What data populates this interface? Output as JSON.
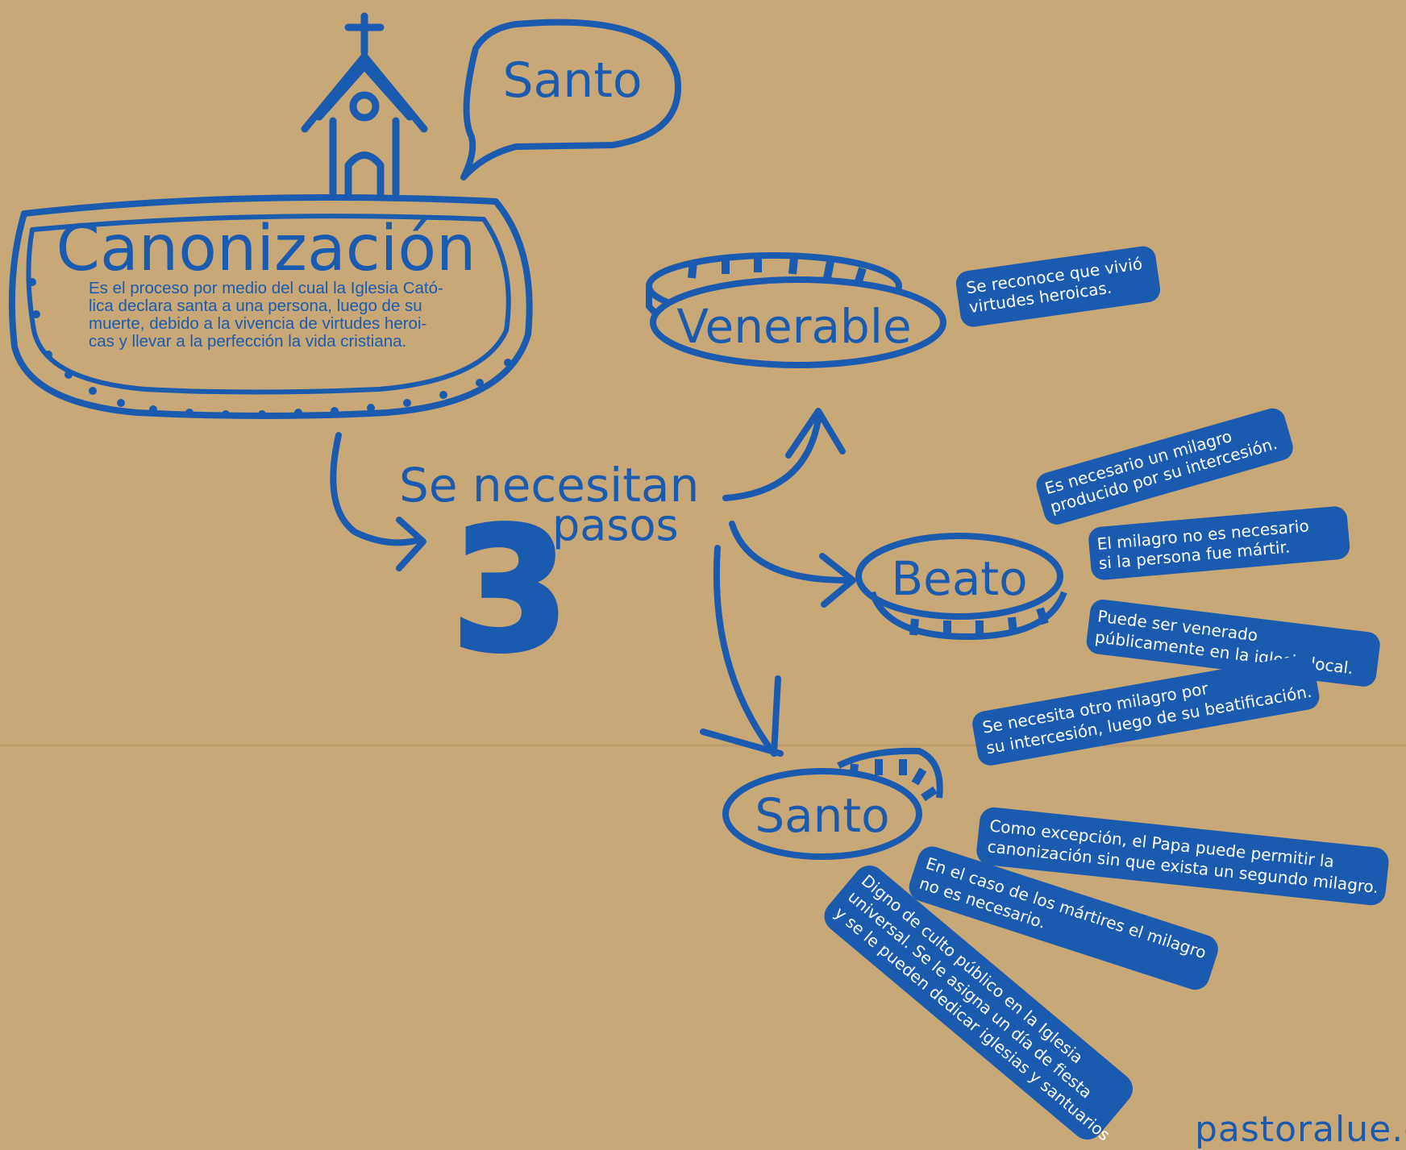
{
  "speech_bubble": {
    "text": "Santo"
  },
  "canonizacion": {
    "title": "Canonización",
    "description_lines": [
      "Es el proceso por medio del cual la Iglesia Cató-",
      "lica declara santa a una persona, luego de su",
      "muerte, debido a la vivencia de virtudes heroi-",
      "cas y llevar a la perfección la vida cristiana."
    ]
  },
  "steps": {
    "line1": "Se necesitan",
    "number": "3",
    "word": "pasos"
  },
  "venerable": {
    "label": "Venerable",
    "notes": [
      {
        "lines": [
          "Se reconoce que vivió",
          "virtudes heroicas."
        ]
      }
    ]
  },
  "beato": {
    "label": "Beato",
    "notes": [
      {
        "lines": [
          "Es necesario un milagro",
          "producido por su intercesión."
        ]
      },
      {
        "lines": [
          "El milagro no es necesario",
          "si la persona fue mártir."
        ]
      },
      {
        "lines": [
          "Puede ser venerado",
          "públicamente en la iglesia local."
        ]
      }
    ]
  },
  "santo": {
    "label": "Santo",
    "notes": [
      {
        "lines": [
          "Se necesita otro milagro por",
          "su intercesión, luego de su beatificación."
        ]
      },
      {
        "lines": [
          "Como excepción, el Papa puede permitir la",
          "canonización sin que exista un segundo milagro."
        ]
      },
      {
        "lines": [
          "En el caso de los mártires el milagro",
          "no es necesario."
        ]
      },
      {
        "lines": [
          "Digno de culto público en la Iglesia",
          "universal. Se le asigna un día de fiesta",
          "y se le pueden dedicar iglesias y santuarios."
        ]
      }
    ]
  },
  "watermark": "pastoralue.c",
  "colors": {
    "ink": "#1a5bb0",
    "paper": "#c9a877"
  }
}
